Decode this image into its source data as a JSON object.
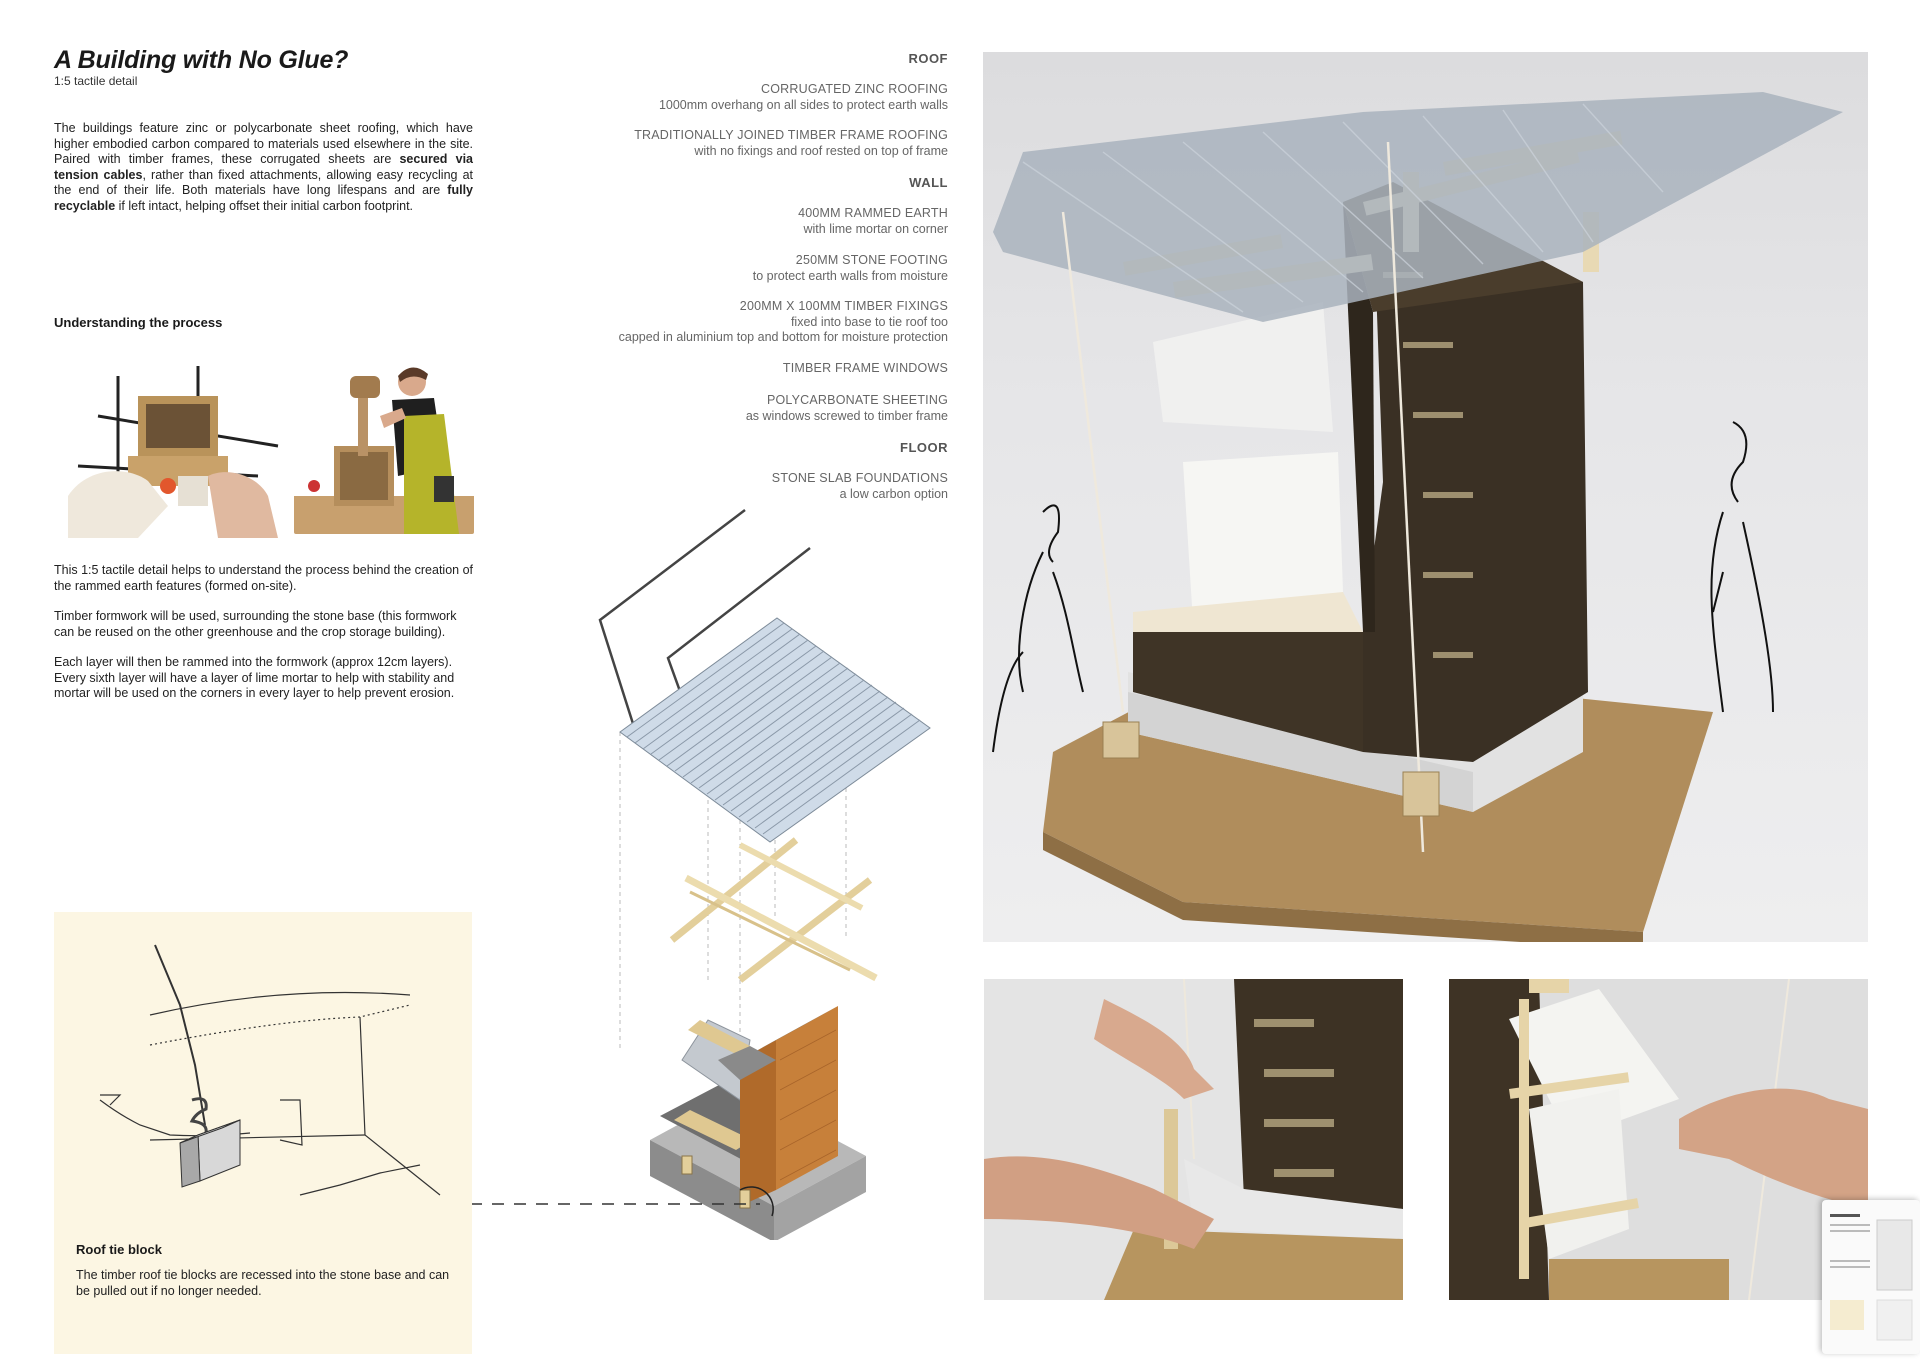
{
  "header": {
    "title": "A Building with No Glue?",
    "subtitle": "1:5 tactile detail"
  },
  "intro": {
    "part1": "The buildings feature zinc or polycarbonate sheet roofing, which have higher embodied carbon compared to materials used elsewhere in the site. Paired with timber frames, these corrugated sheets are ",
    "bold1": "secured via tension cables",
    "part2": ", rather than fixed attachments, allowing easy recycling at the end of their life. Both materials have long lifespans and are ",
    "bold2": "fully recyclable",
    "part3": " if left intact, helping offset their initial carbon footprint."
  },
  "process": {
    "heading": "Understanding the process",
    "p1": "This 1:5 tactile detail helps to understand the process behind the creation of the rammed earth features (formed on-site).",
    "p2": "Timber formwork will be used, surrounding the stone base (this formwork can be reused on the other greenhouse and the crop storage building).",
    "p3": "Each layer will then be rammed into the formwork (approx 12cm layers). Every sixth layer will have a layer of lime mortar to help with stability and mortar will be used on the corners in every layer to help prevent erosion."
  },
  "specs": {
    "roof_heading": "ROOF",
    "roof": [
      {
        "lead": "CORRUGATED ZINC ROOFING",
        "sub": [
          "1000mm overhang on all sides to protect earth walls"
        ]
      },
      {
        "lead": "TRADITIONALLY JOINED TIMBER FRAME ROOFING",
        "sub": [
          "with no fixings and roof rested on top of frame"
        ]
      }
    ],
    "wall_heading": "WALL",
    "wall": [
      {
        "lead": "400MM RAMMED EARTH",
        "sub": [
          "with lime mortar on corner"
        ]
      },
      {
        "lead": "250MM STONE FOOTING",
        "sub": [
          "to protect earth walls from moisture"
        ]
      },
      {
        "lead": "200MM X 100MM TIMBER FIXINGS",
        "sub": [
          "fixed into base to tie roof too",
          "capped in aluminium top and bottom for moisture protection"
        ]
      },
      {
        "lead": "TIMBER FRAME WINDOWS",
        "sub": []
      },
      {
        "lead": "POLYCARBONATE SHEETING",
        "sub": [
          "as windows screwed to timber frame"
        ]
      }
    ],
    "floor_heading": "FLOOR",
    "floor": [
      {
        "lead": "STONE SLAB FOUNDATIONS",
        "sub": [
          "a low carbon option"
        ]
      }
    ]
  },
  "tie_block": {
    "title": "Roof tie block",
    "text": "The timber roof tie blocks are recessed into the stone base and can be pulled out if no longer needed."
  },
  "colors": {
    "panel": "#fcf6e3",
    "earth": "#3d3325",
    "timber": "#e9d9b4",
    "corrugated": "#c9d8e6",
    "stone": "#8a8a8a"
  }
}
